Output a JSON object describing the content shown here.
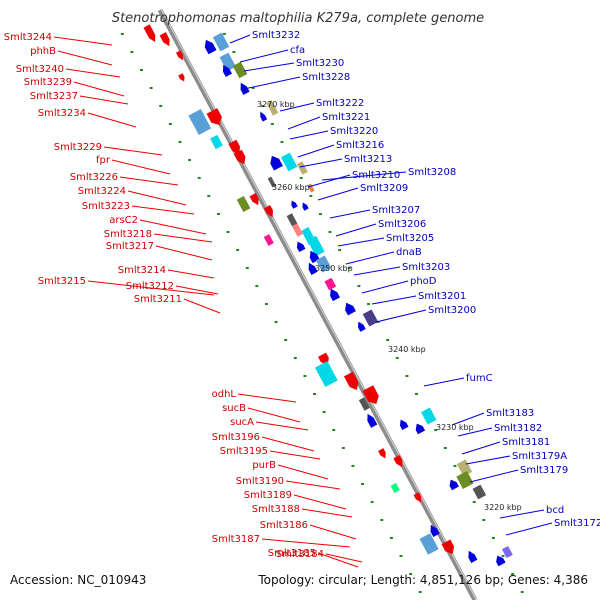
{
  "title": "Stenotrophomonas maltophilia K279a, complete genome",
  "footer": {
    "accession": "Accession: NC_010943",
    "topology": "Topology: circular; Length: 4,851,126 bp; Genes: 4,386"
  },
  "colors": {
    "forward": "#ee0000",
    "reverse": "#0000dd",
    "backbone": "#8c8c8c",
    "tick": "#228b22"
  },
  "kbp_marks": [
    "3270 kbp",
    "3260 kbp",
    "3250 kbp",
    "3240 kbp",
    "3230 kbp",
    "3220 kbp"
  ],
  "labels_left": [
    "Smlt3244",
    "phhB",
    "Smlt3240",
    "Smlt3239",
    "Smlt3237",
    "Smlt3234",
    "Smlt3229",
    "fpr",
    "Smlt3226",
    "Smlt3224",
    "Smlt3223",
    "arsC2",
    "Smlt3218",
    "Smlt3217",
    "Smlt3214",
    "Smlt3215",
    "Smlt3212",
    "Smlt3211",
    "odhL",
    "sucB",
    "sucA",
    "Smlt3196",
    "Smlt3195",
    "purB",
    "Smlt3190",
    "Smlt3189",
    "Smlt3188",
    "Smlt3186",
    "Smlt3187",
    "Smlt3185",
    "Smlt3184"
  ],
  "labels_right": [
    "Smlt3232",
    "cfa",
    "Smlt3230",
    "Smlt3228",
    "Smlt3222",
    "Smlt3221",
    "Smlt3220",
    "Smlt3216",
    "Smlt3213",
    "Smlt3210",
    "Smlt3208",
    "Smlt3209",
    "Smlt3207",
    "Smlt3206",
    "Smlt3205",
    "dnaB",
    "Smlt3203",
    "phoD",
    "Smlt3201",
    "Smlt3200",
    "fumC",
    "Smlt3183",
    "Smlt3182",
    "Smlt3181",
    "Smlt3179A",
    "Smlt3179",
    "bcd",
    "Smlt3172"
  ]
}
